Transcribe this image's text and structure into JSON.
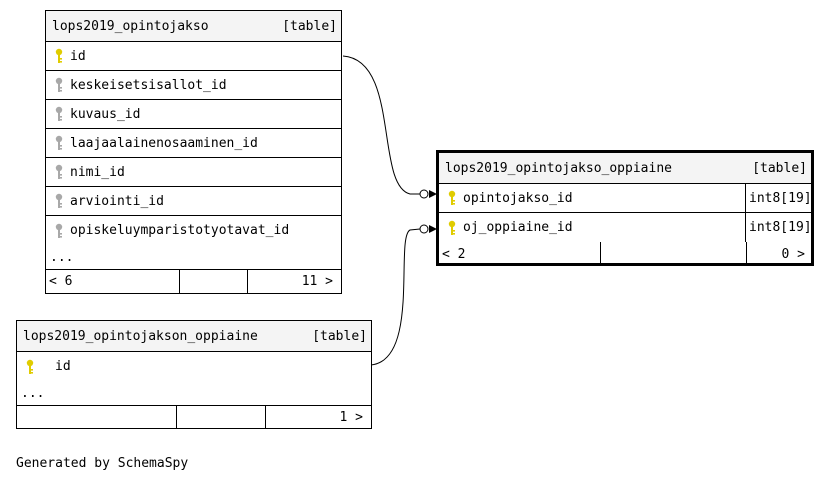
{
  "tables": {
    "opintojakso": {
      "name": "lops2019_opintojakso",
      "tag": "[table]",
      "columns": [
        {
          "name": "id",
          "key": "primary"
        },
        {
          "name": "keskeisetsisallot_id",
          "key": "foreign"
        },
        {
          "name": "kuvaus_id",
          "key": "foreign"
        },
        {
          "name": "laajaalainenosaaminen_id",
          "key": "foreign"
        },
        {
          "name": "nimi_id",
          "key": "foreign"
        },
        {
          "name": "arviointi_id",
          "key": "foreign"
        },
        {
          "name": "opiskeluymparistotyotavat_id",
          "key": "foreign"
        }
      ],
      "ellipsis": "...",
      "footer": {
        "left": "< 6",
        "right": "11 >"
      }
    },
    "opintojakso_oppiaine": {
      "name": "lops2019_opintojakso_oppiaine",
      "tag": "[table]",
      "columns": [
        {
          "name": "opintojakso_id",
          "type": "int8[19]",
          "key": "primary"
        },
        {
          "name": "oj_oppiaine_id",
          "type": "int8[19]",
          "key": "primary"
        }
      ],
      "footer": {
        "left": "< 2",
        "right": "0 >"
      }
    },
    "opintojakson_oppiaine": {
      "name": "lops2019_opintojakson_oppiaine",
      "tag": "[table]",
      "columns": [
        {
          "name": "id",
          "key": "primary"
        }
      ],
      "ellipsis": "...",
      "footer": {
        "left": "",
        "right": "1 >"
      }
    }
  },
  "colors": {
    "primary_key": "#e0cc00",
    "foreign_key": "#a8a8a8",
    "header_bg": "#f4f4f4"
  },
  "footer_text": "Generated by SchemaSpy"
}
